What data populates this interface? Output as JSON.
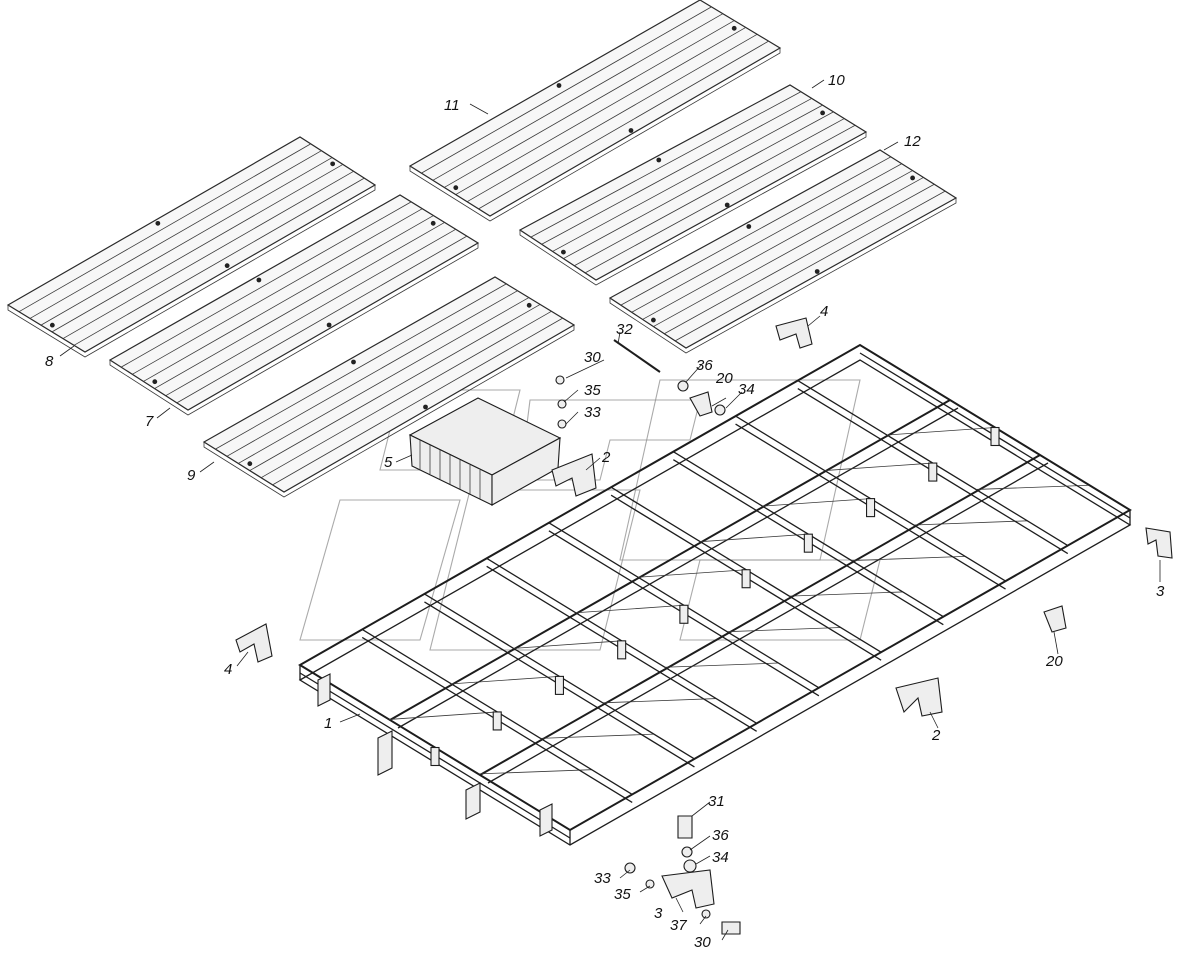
{
  "callouts": [
    {
      "id": "c1",
      "text": "1"
    },
    {
      "id": "c2a",
      "text": "2"
    },
    {
      "id": "c2b",
      "text": "2"
    },
    {
      "id": "c3a",
      "text": "3"
    },
    {
      "id": "c3b",
      "text": "3"
    },
    {
      "id": "c4a",
      "text": "4"
    },
    {
      "id": "c4b",
      "text": "4"
    },
    {
      "id": "c5",
      "text": "5"
    },
    {
      "id": "c7",
      "text": "7"
    },
    {
      "id": "c8",
      "text": "8"
    },
    {
      "id": "c9",
      "text": "9"
    },
    {
      "id": "c10",
      "text": "10"
    },
    {
      "id": "c11",
      "text": "11"
    },
    {
      "id": "c12",
      "text": "12"
    },
    {
      "id": "c20a",
      "text": "20"
    },
    {
      "id": "c20b",
      "text": "20"
    },
    {
      "id": "c30a",
      "text": "30"
    },
    {
      "id": "c30b",
      "text": "30"
    },
    {
      "id": "c31",
      "text": "31"
    },
    {
      "id": "c32",
      "text": "32"
    },
    {
      "id": "c33a",
      "text": "33"
    },
    {
      "id": "c33b",
      "text": "33"
    },
    {
      "id": "c34a",
      "text": "34"
    },
    {
      "id": "c34b",
      "text": "34"
    },
    {
      "id": "c35a",
      "text": "35"
    },
    {
      "id": "c35b",
      "text": "35"
    },
    {
      "id": "c36a",
      "text": "36"
    },
    {
      "id": "c36b",
      "text": "36"
    },
    {
      "id": "c37",
      "text": "37"
    }
  ]
}
